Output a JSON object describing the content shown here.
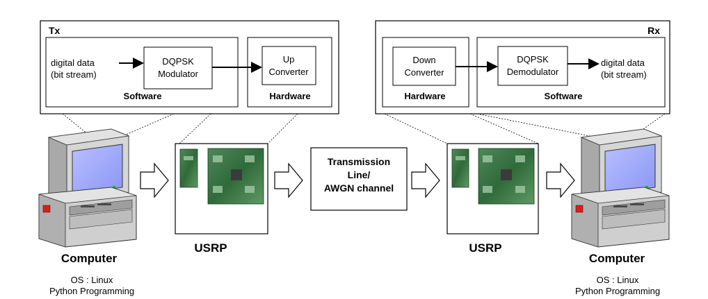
{
  "tx": {
    "label": "Tx",
    "input_line1": "digital data",
    "input_line2": "(bit stream)",
    "modulator_line1": "DQPSK",
    "modulator_line2": "Modulator",
    "software_label": "Software",
    "converter_line1": "Up",
    "converter_line2": "Converter",
    "hardware_label": "Hardware"
  },
  "rx": {
    "label": "Rx",
    "converter_line1": "Down",
    "converter_line2": "Converter",
    "hardware_label": "Hardware",
    "demodulator_line1": "DQPSK",
    "demodulator_line2": "Demodulator",
    "output_line1": "digital data",
    "output_line2": "(bit stream)",
    "software_label": "Software"
  },
  "channel": {
    "line1": "Transmission",
    "line2": "Line/",
    "line3": "AWGN channel"
  },
  "left_usrp": {
    "label": "USRP"
  },
  "right_usrp": {
    "label": "USRP"
  },
  "left_computer": {
    "label": "Computer",
    "os_line": "OS : Linux",
    "prog_line": "Python Programming"
  },
  "right_computer": {
    "label": "Computer",
    "os_line": "OS : Linux",
    "prog_line": "Python Programming"
  },
  "colors": {
    "screen": "#9aa6ff",
    "monitor_body": "#d2d2d2",
    "pcb": "#2f6a3a",
    "pcb_light": "#5e9a63",
    "power_led": "#00c000",
    "badge": "#d8201b"
  }
}
